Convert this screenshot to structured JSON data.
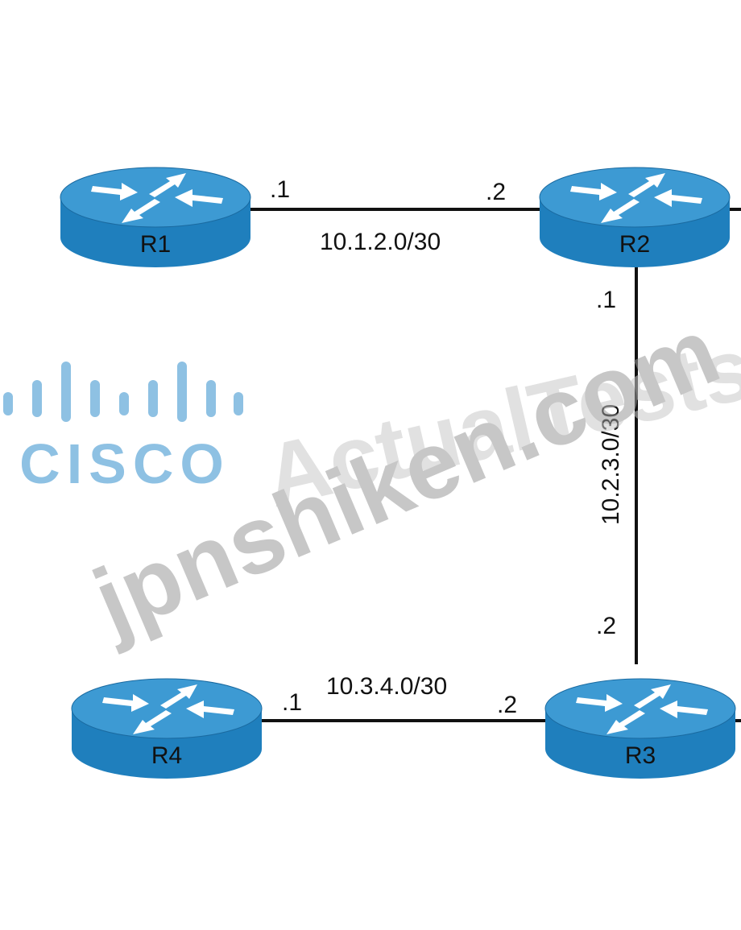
{
  "routers": [
    {
      "name": "R1",
      "color": "#1f7fbd",
      "top_color": "#3d9ad3"
    },
    {
      "name": "R2",
      "color": "#1f7fbd",
      "top_color": "#3d9ad3"
    },
    {
      "name": "R3",
      "color": "#1f7fbd",
      "top_color": "#3d9ad3"
    },
    {
      "name": "R4",
      "color": "#1f7fbd",
      "top_color": "#3d9ad3"
    }
  ],
  "links": [
    {
      "subnet": "10.1.2.0/30",
      "end_a": ".1",
      "end_b": ".2"
    },
    {
      "subnet": "10.2.3.0/30",
      "end_a": ".1",
      "end_b": ".2"
    },
    {
      "subnet": "10.3.4.0/30",
      "end_a": ".1",
      "end_b": ".2"
    }
  ],
  "logo": {
    "text": "CISCO",
    "color": "#8ec1e3"
  },
  "watermarks": {
    "primary": "jpnshiken.com",
    "secondary": "ActualTests"
  },
  "colors": {
    "link": "#111111",
    "router_arrow": "#ffffff"
  }
}
